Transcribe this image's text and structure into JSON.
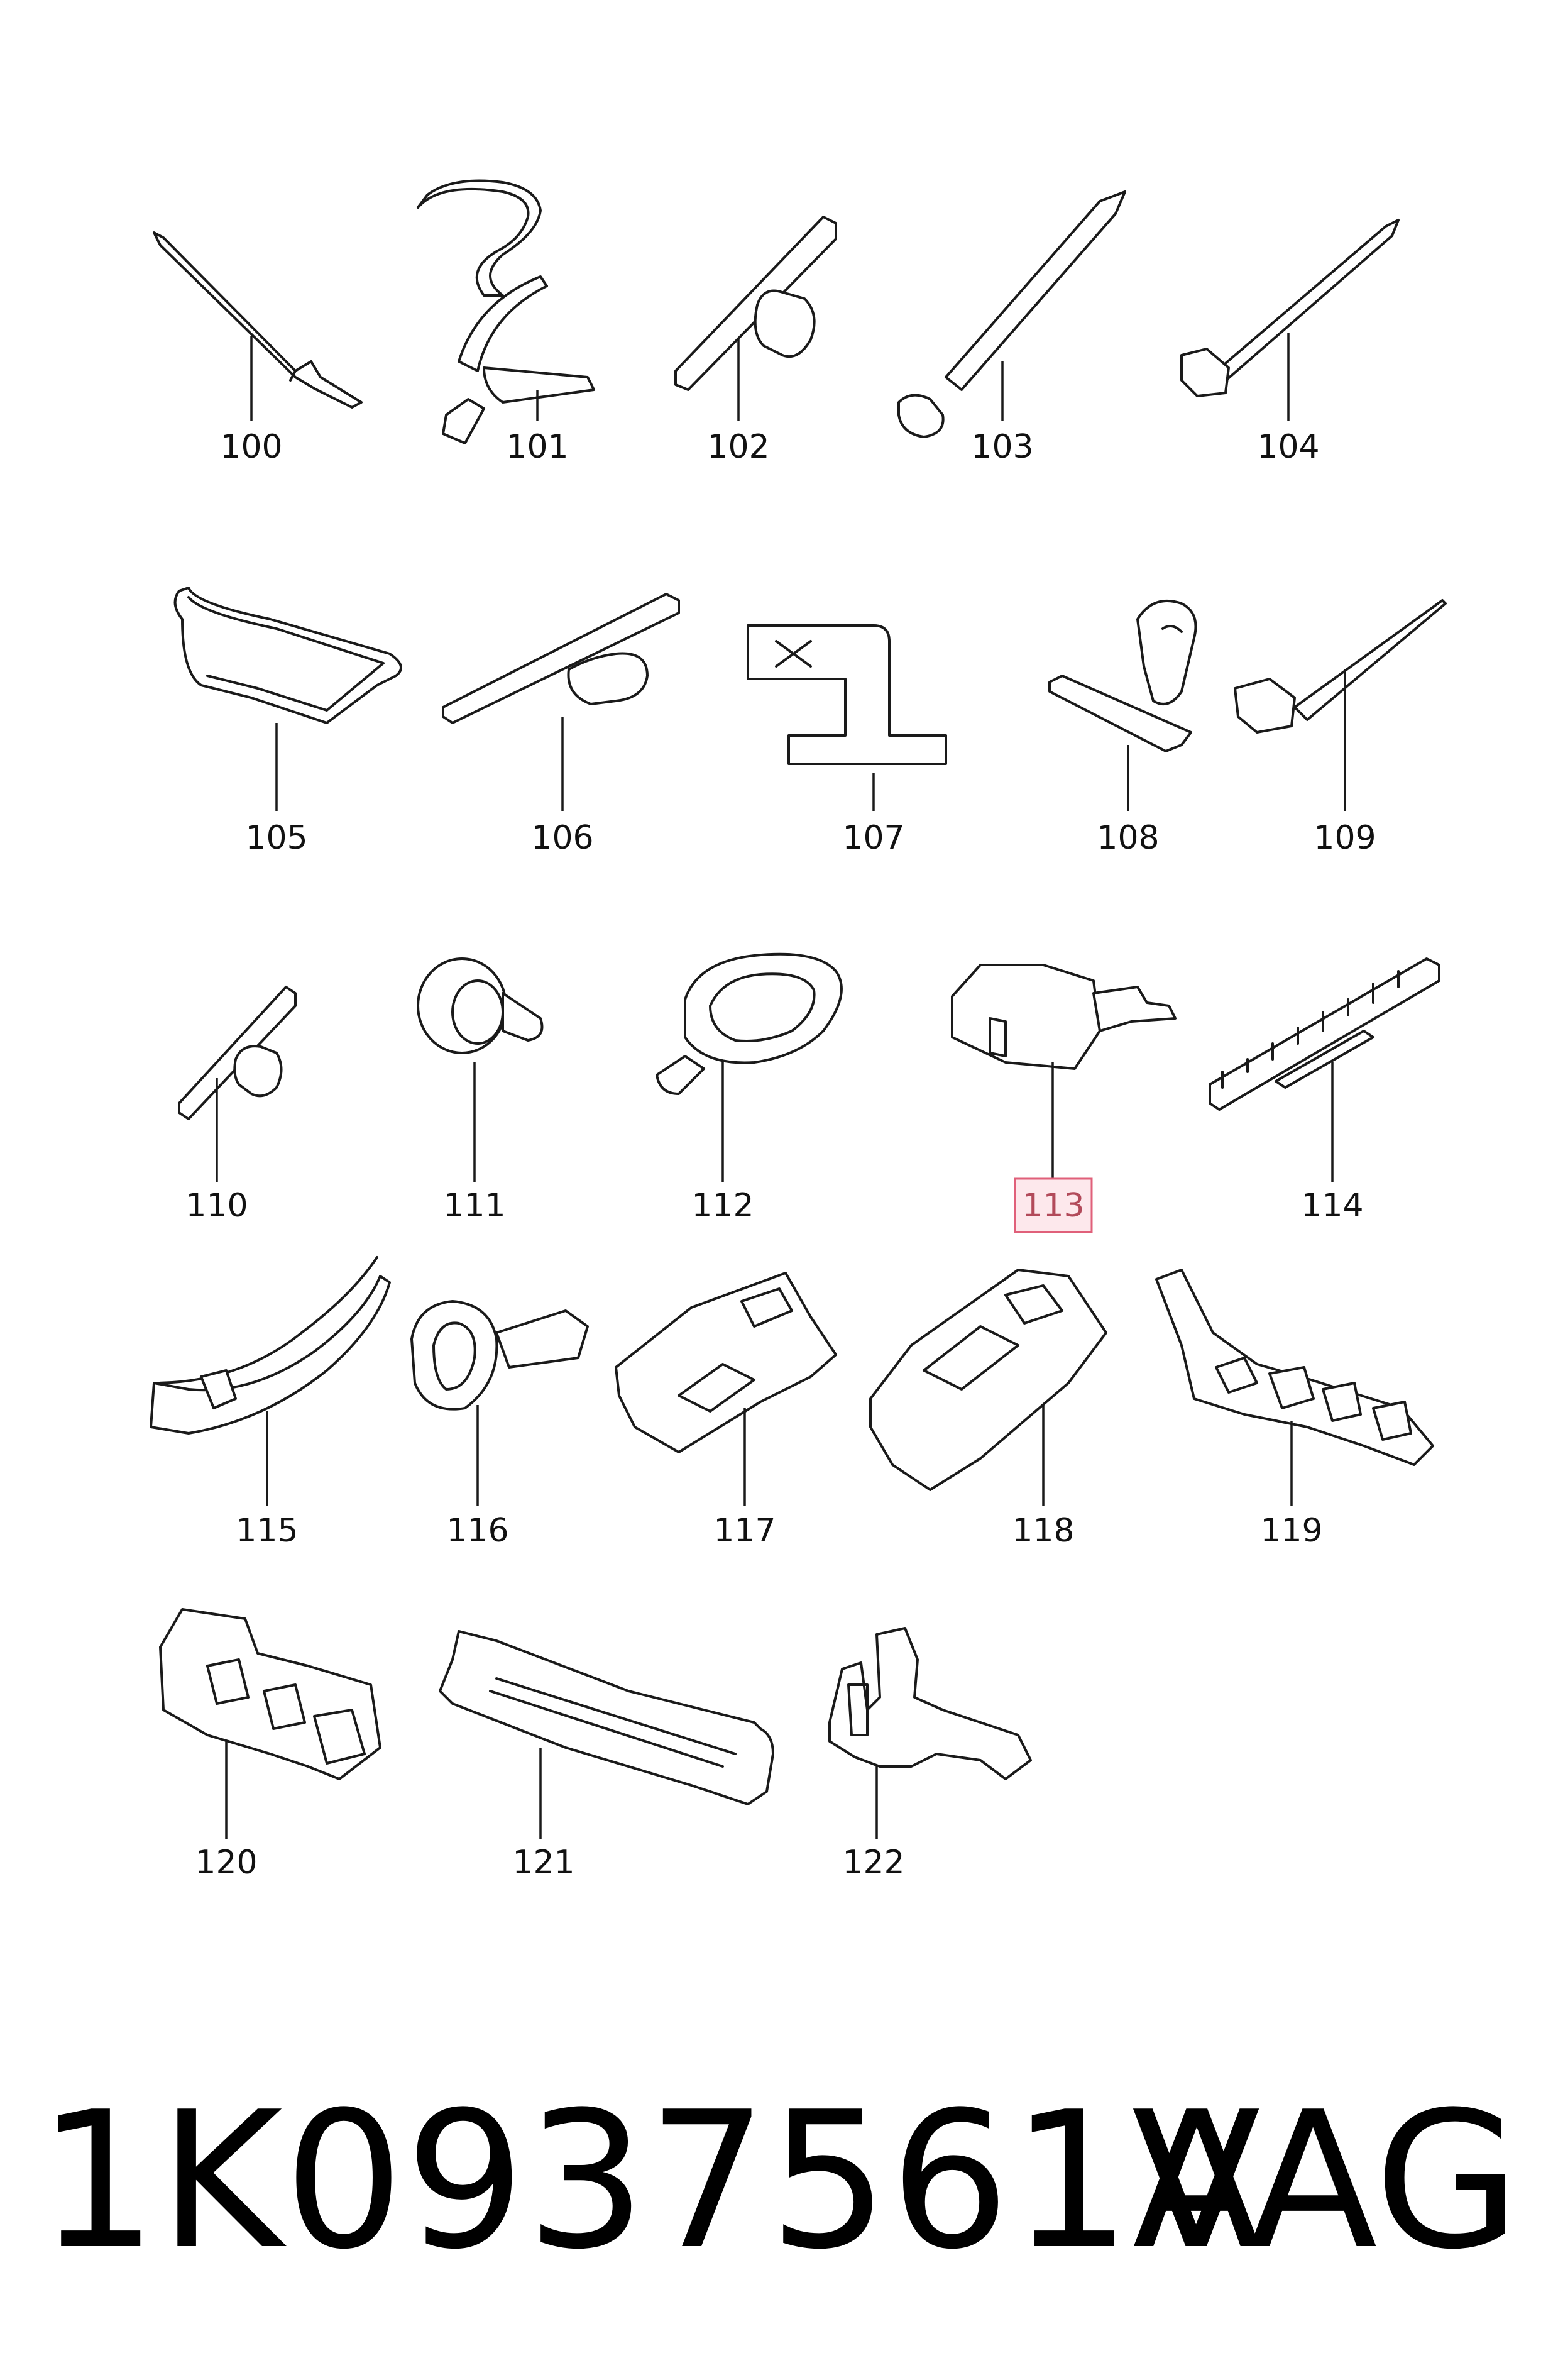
{
  "parts": [
    {
      "label": "100"
    },
    {
      "label": "101"
    },
    {
      "label": "102"
    },
    {
      "label": "103"
    },
    {
      "label": "104"
    },
    {
      "label": "105"
    },
    {
      "label": "106"
    },
    {
      "label": "107"
    },
    {
      "label": "108"
    },
    {
      "label": "109"
    },
    {
      "label": "110"
    },
    {
      "label": "111"
    },
    {
      "label": "112"
    },
    {
      "label": "113"
    },
    {
      "label": "114"
    },
    {
      "label": "115"
    },
    {
      "label": "116"
    },
    {
      "label": "117"
    },
    {
      "label": "118"
    },
    {
      "label": "119"
    },
    {
      "label": "120"
    },
    {
      "label": "121"
    },
    {
      "label": "122"
    }
  ],
  "highlighted_label": "113",
  "footer": {
    "part_number": "1K0937561A",
    "brand": "VAG"
  },
  "colors": {
    "line": "#1a1a1a",
    "highlight_fill": "#fde8ec",
    "highlight_stroke": "#e0607a"
  }
}
